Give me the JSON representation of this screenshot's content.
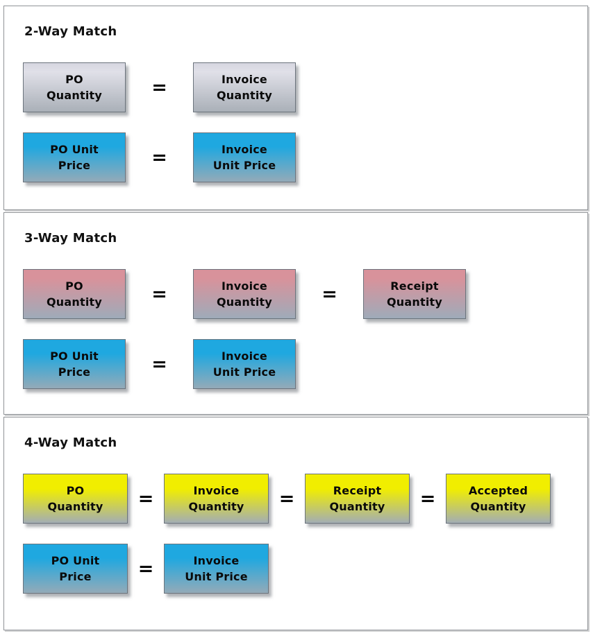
{
  "equals": "=",
  "colors": {
    "silver_top": "#d6d6e0",
    "silver_bottom": "#aab0b8",
    "blue_top": "#1fa8e0",
    "blue_bottom": "#94aab8",
    "pink_top": "#d8929b",
    "pink_bottom": "#9fabb9",
    "yellow_top": "#f1ee00",
    "yellow_bottom": "#a3adb4"
  },
  "sections": [
    {
      "title": "2-Way Match",
      "rows": [
        {
          "style": "silver",
          "boxes": [
            {
              "line1": "PO",
              "line2": "Quantity"
            },
            {
              "line1": "Invoice",
              "line2": "Quantity"
            }
          ]
        },
        {
          "style": "blue",
          "boxes": [
            {
              "line1": "PO Unit",
              "line2": "Price"
            },
            {
              "line1": "Invoice",
              "line2": "Unit Price"
            }
          ]
        }
      ]
    },
    {
      "title": "3-Way Match",
      "rows": [
        {
          "style": "pink",
          "boxes": [
            {
              "line1": "PO",
              "line2": "Quantity"
            },
            {
              "line1": "Invoice",
              "line2": "Quantity"
            },
            {
              "line1": "Receipt",
              "line2": "Quantity"
            }
          ]
        },
        {
          "style": "blue",
          "boxes": [
            {
              "line1": "PO Unit",
              "line2": "Price"
            },
            {
              "line1": "Invoice",
              "line2": "Unit Price"
            }
          ]
        }
      ]
    },
    {
      "title": "4-Way Match",
      "rows": [
        {
          "style": "yellow",
          "boxes": [
            {
              "line1": "PO",
              "line2": "Quantity"
            },
            {
              "line1": "Invoice",
              "line2": "Quantity"
            },
            {
              "line1": "Receipt",
              "line2": "Quantity"
            },
            {
              "line1": "Accepted",
              "line2": "Quantity"
            }
          ]
        },
        {
          "style": "blue",
          "boxes": [
            {
              "line1": "PO Unit",
              "line2": "Price"
            },
            {
              "line1": "Invoice",
              "line2": "Unit Price"
            }
          ]
        }
      ]
    }
  ]
}
